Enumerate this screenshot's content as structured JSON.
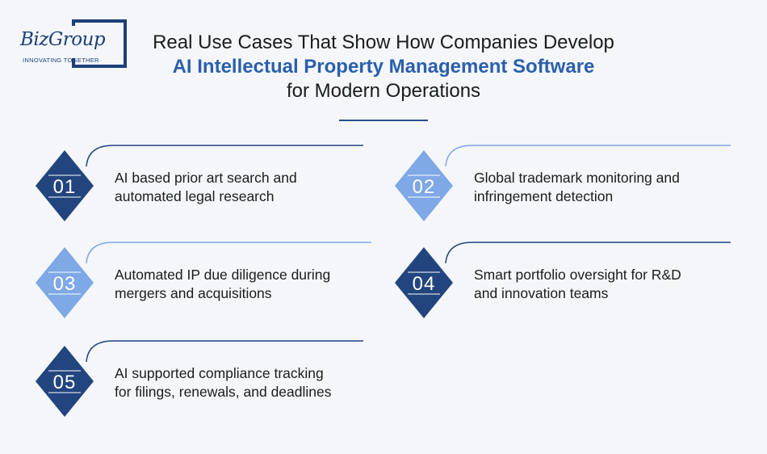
{
  "logo": {
    "name": "BizGroup",
    "tagline": "INNOVATING TOGETHER"
  },
  "title": {
    "line1": "Real Use Cases That Show How Companies Develop",
    "line2": "AI Intellectual Property Management Software",
    "line3": "for Modern Operations"
  },
  "colors": {
    "dark": "#22457f",
    "light": "#7ea8e6",
    "accent": "#2b5fad"
  },
  "items": [
    {
      "number": "01",
      "line1": "AI based prior art search and",
      "line2": "automated legal research",
      "style": "dark"
    },
    {
      "number": "02",
      "line1": "Global trademark monitoring and",
      "line2": "infringement detection",
      "style": "light"
    },
    {
      "number": "03",
      "line1": "Automated IP due diligence during",
      "line2": "mergers and acquisitions",
      "style": "light"
    },
    {
      "number": "04",
      "line1": "Smart portfolio oversight for R&D",
      "line2": "and innovation teams",
      "style": "dark"
    },
    {
      "number": "05",
      "line1": "AI supported compliance tracking",
      "line2": "for filings, renewals, and deadlines",
      "style": "dark"
    }
  ]
}
